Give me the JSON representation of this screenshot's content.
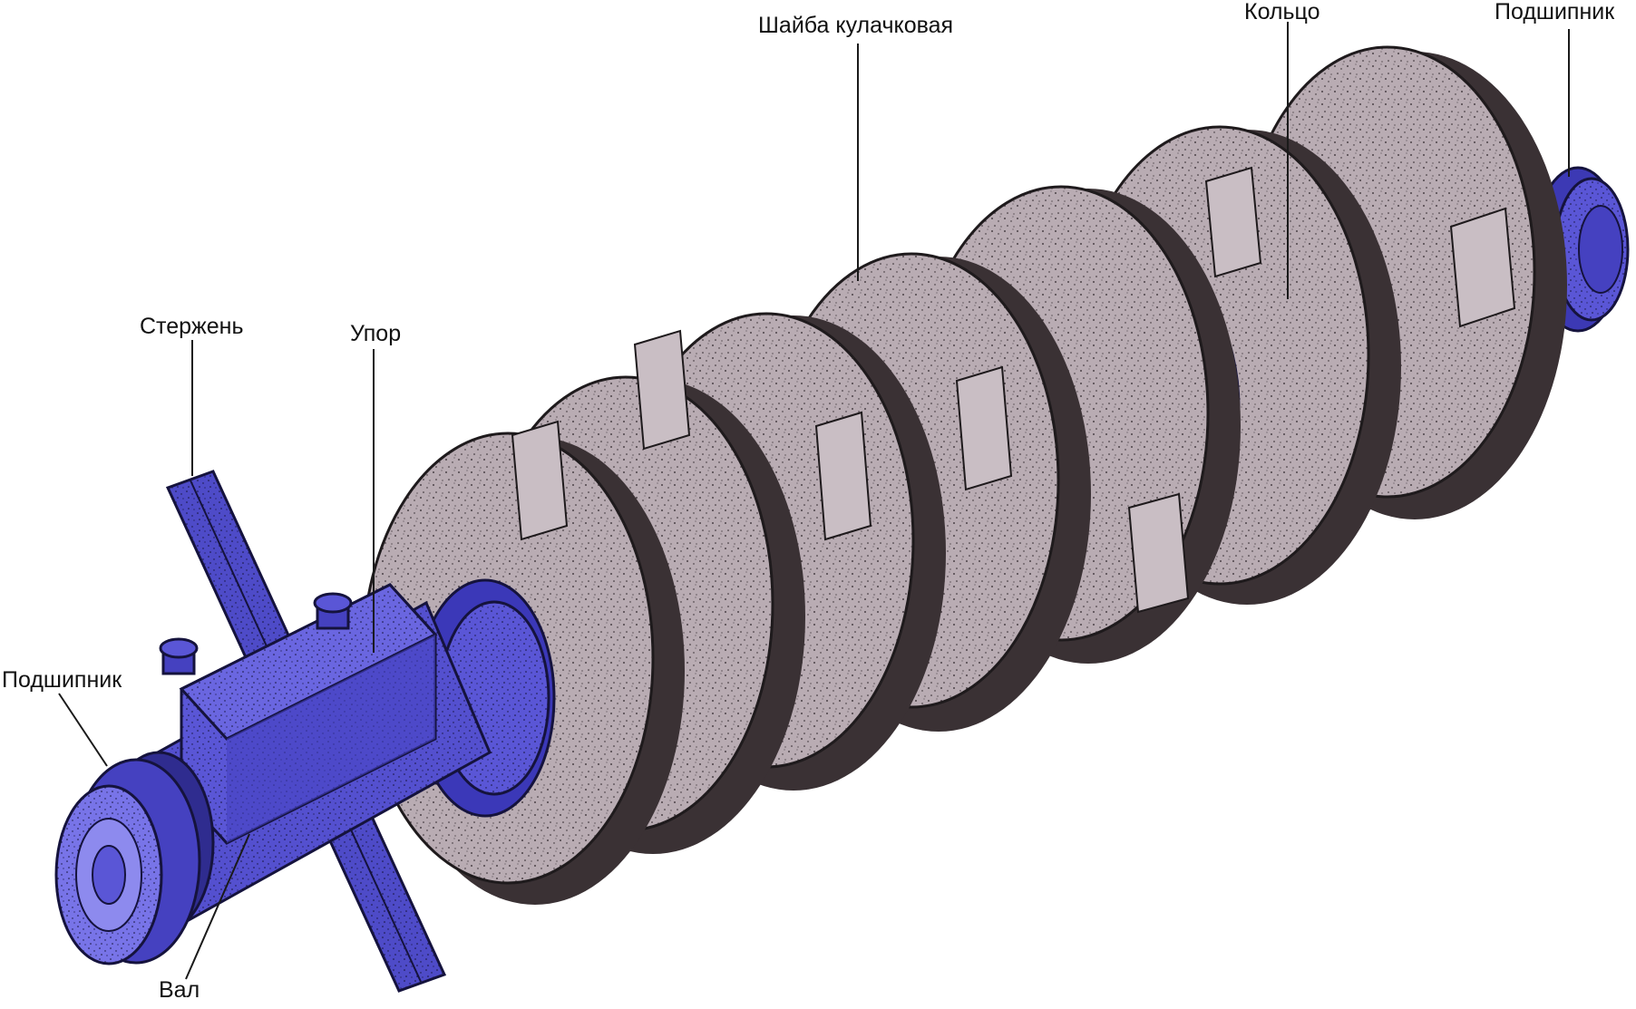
{
  "labels": {
    "cam_washer": "Шайба кулачковая",
    "ring": "Кольцо",
    "bearing_right": "Подшипник",
    "rod": "Стержень",
    "stop": "Упор",
    "bearing_left": "Подшипник",
    "shaft": "Вал"
  },
  "colors": {
    "disc_face": "#b9acb3",
    "disc_edge": "#3a3134",
    "metal_blue": "#5a56d6",
    "metal_dark": "#1c1a55",
    "leader_line": "#1a1a1a"
  }
}
